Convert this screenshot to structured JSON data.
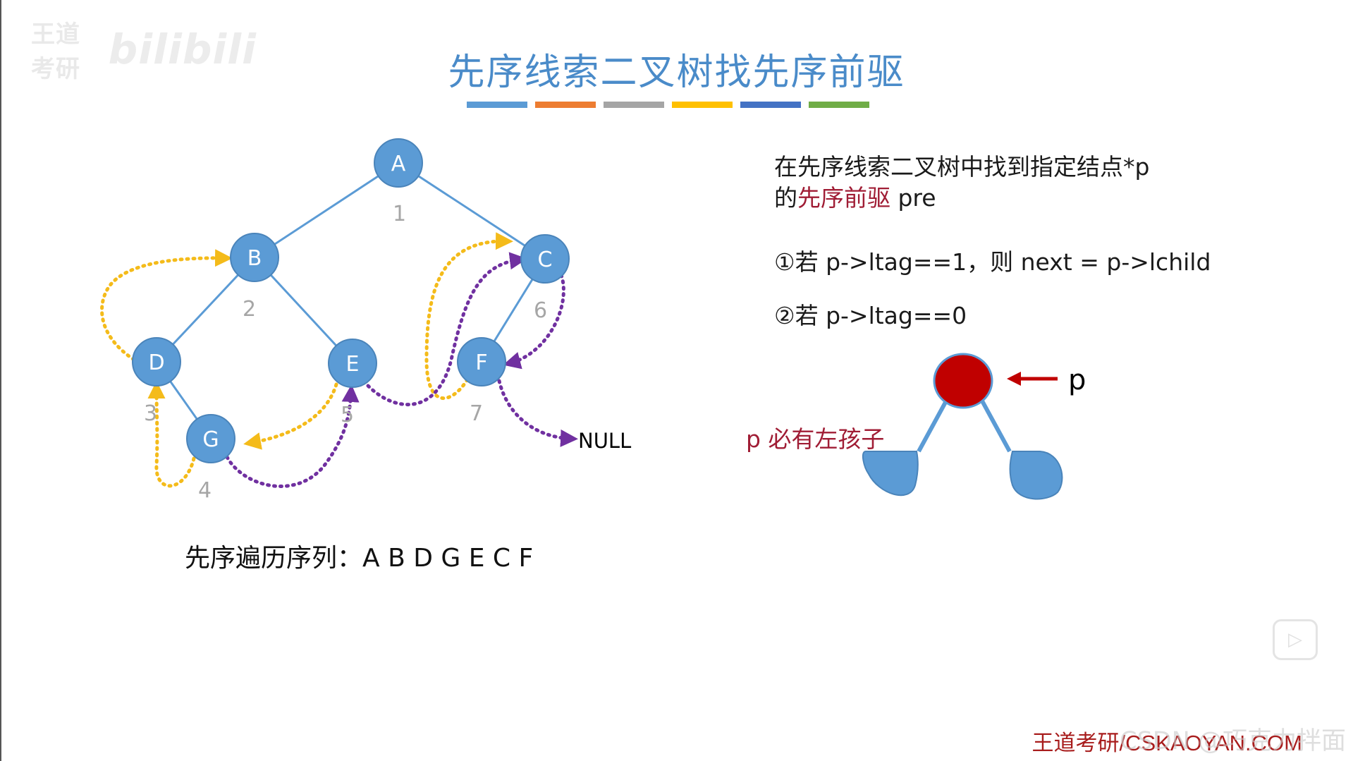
{
  "watermark": {
    "text": "王道考研",
    "brand": "bilibili"
  },
  "title": "先序线索二叉树找先序前驱",
  "color_bar": [
    "#5b9bd5",
    "#ed7d31",
    "#a5a5a5",
    "#ffc000",
    "#4472c4",
    "#70ad47"
  ],
  "tree": {
    "nodes": [
      {
        "id": "A",
        "label": "A",
        "order": "1"
      },
      {
        "id": "B",
        "label": "B",
        "order": "2"
      },
      {
        "id": "C",
        "label": "C",
        "order": "6"
      },
      {
        "id": "D",
        "label": "D",
        "order": "3"
      },
      {
        "id": "E",
        "label": "E",
        "order": "5"
      },
      {
        "id": "F",
        "label": "F",
        "order": "7"
      },
      {
        "id": "G",
        "label": "G",
        "order": "4"
      }
    ],
    "null_label": "NULL",
    "node_color": "#5b9bd5",
    "thread_colors": {
      "predecessor": "#f4bb1a",
      "successor": "#7030a0"
    }
  },
  "description": {
    "line1": "在先序线索二叉树中找到指定结点*p",
    "line2_prefix": "的",
    "line2_highlight": "先序前驱",
    "line2_suffix": " pre",
    "rule1": "①若 p->ltag==1，则 next = p->lchild",
    "rule2": "②若 p->ltag==0"
  },
  "mini_diagram": {
    "pointer_label": "p",
    "note": "p 必有左孩子",
    "node_color": "#c00000",
    "arrow_color": "#c00000"
  },
  "sequence": {
    "label": "先序遍历序列：",
    "value": "A B D G E C F"
  },
  "footer": {
    "site": "王道考研/CSKAOYAN.COM",
    "overlay": "CSDN @巧克力拌面"
  }
}
